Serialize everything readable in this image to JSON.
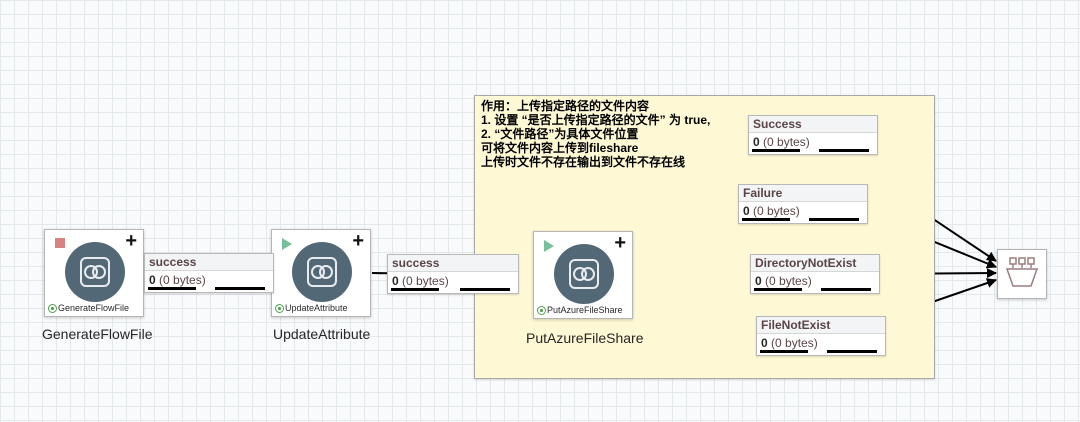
{
  "label": {
    "text": "作用：上传指定路径的文件内容\n1. 设置 “是否上传指定路径的文件” 为 true,\n2. “文件路径”为具体文件位置\n可将文件内容上传到fileshare\n上传时文件不存在输出到文件不存在线"
  },
  "processors": [
    {
      "type": "GenerateFlowFile",
      "name": "GenerateFlowFile",
      "state": "stopped"
    },
    {
      "type": "UpdateAttribute",
      "name": "UpdateAttribute",
      "state": "running"
    },
    {
      "type": "PutAzureFileShare",
      "name": "PutAzureFileShare",
      "state": "running"
    }
  ],
  "connections": [
    {
      "name": "success",
      "count": "0",
      "size": "(0 bytes)"
    },
    {
      "name": "success",
      "count": "0",
      "size": "(0 bytes)"
    },
    {
      "name": "Success",
      "count": "0",
      "size": "(0 bytes)"
    },
    {
      "name": "Failure",
      "count": "0",
      "size": "(0 bytes)"
    },
    {
      "name": "DirectoryNotExist",
      "count": "0",
      "size": "(0 bytes)"
    },
    {
      "name": "FileNotExist",
      "count": "0",
      "size": "(0 bytes)"
    }
  ],
  "funnel": {
    "icon": "funnel-icon"
  },
  "colors": {
    "processor_circle": "#536877",
    "stopped": "#d88282",
    "running": "#76c19a",
    "label_bg": "#fff8d5"
  }
}
